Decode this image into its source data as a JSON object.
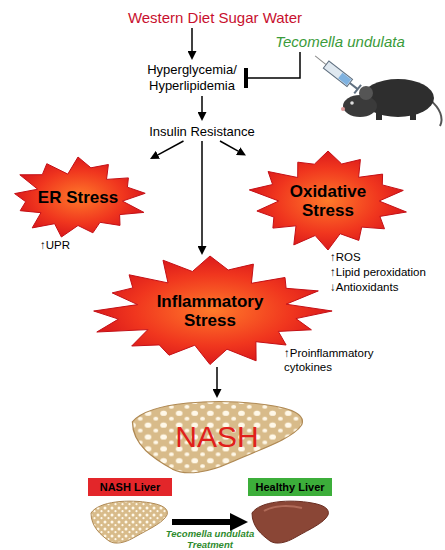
{
  "diagram": {
    "nodes": [
      {
        "text": [
          "Western Diet Sugar Water"
        ]
      },
      {
        "text": [
          "Tecomella undulata"
        ]
      },
      {
        "text": [
          "Hyperglycemia/ Hyperlipidemia"
        ]
      },
      {
        "text": [
          "Insulin Resistance"
        ]
      },
      {
        "text": [
          "ER Stress"
        ]
      },
      {
        "text": [
          "Oxidative Stress"
        ]
      },
      {
        "text": [
          "Inflammatory Stress"
        ]
      },
      {
        "text": [
          "NASH"
        ]
      },
      {
        "text": [
          "NASH Liver"
        ]
      },
      {
        "text": [
          "Healthy Liver"
        ]
      }
    ],
    "edges": [
      {
        "from": 0,
        "to": 2,
        "arrow": "to"
      },
      {
        "from": 1,
        "to": 2,
        "arrow": "to"
      },
      {
        "from": 2,
        "to": 3,
        "arrow": "to"
      },
      {
        "from": 3,
        "to": 4,
        "arrow": "to"
      },
      {
        "from": 3,
        "to": 5,
        "arrow": "to"
      },
      {
        "from": 3,
        "to": 6,
        "arrow": "to"
      },
      {
        "from": 6,
        "to": 7,
        "arrow": "to"
      },
      {
        "from": 8,
        "to": 9,
        "arrow": "to",
        "label": "Tecomella undulata Treatment"
      }
    ],
    "labels": [
      "↑UPR",
      "↑ROS",
      "↑Lipid peroxidation",
      "↓Antioxidants",
      "↑Proinflammatory cytokines"
    ]
  }
}
